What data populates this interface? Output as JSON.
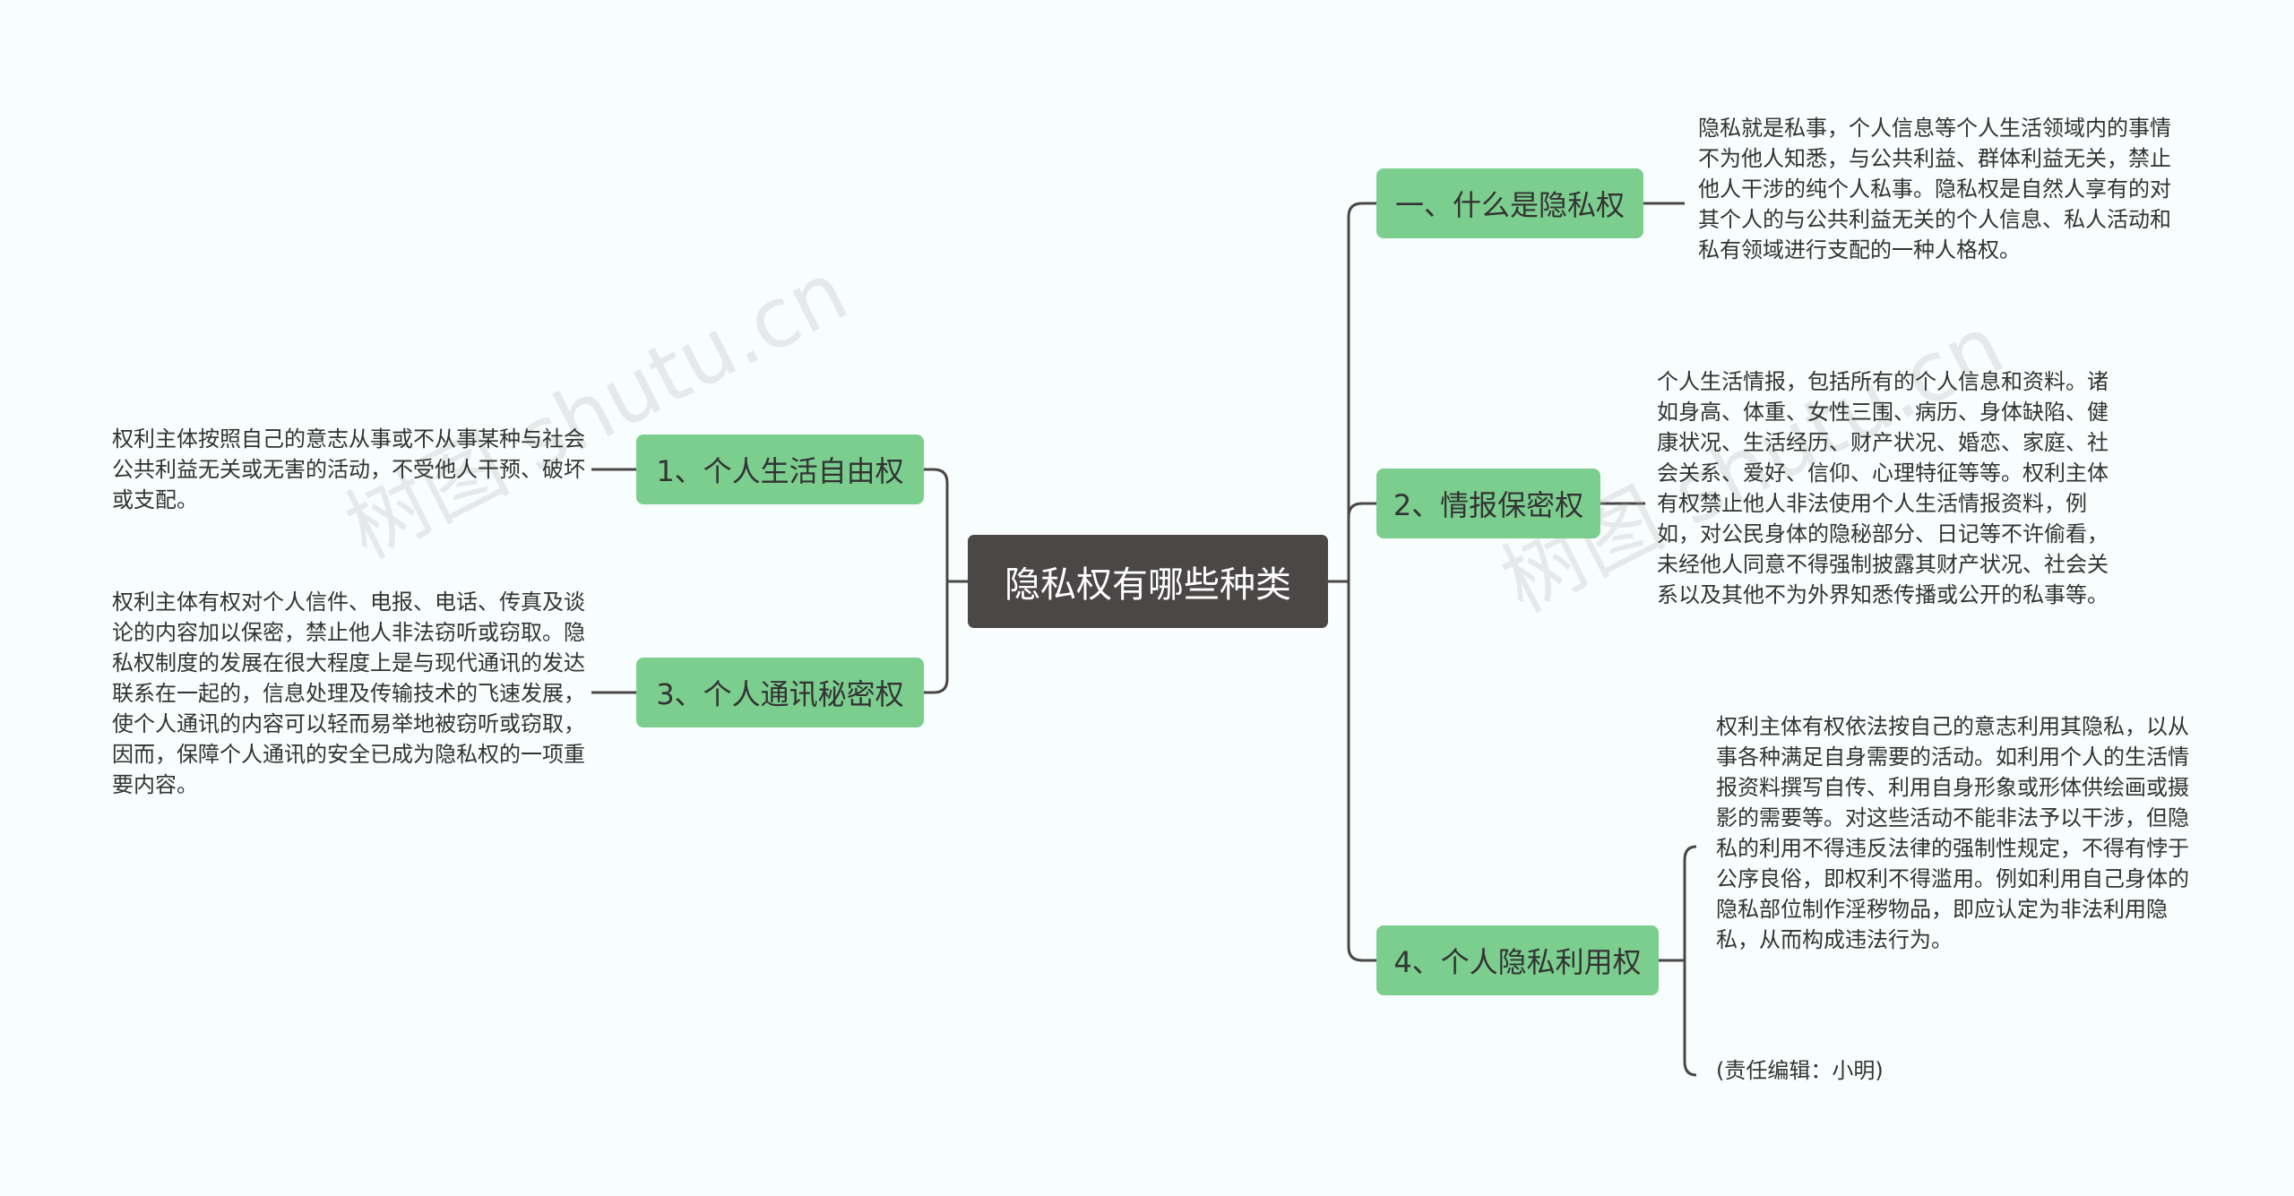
{
  "root": {
    "label": "隐私权有哪些种类"
  },
  "branches": [
    {
      "label": "一、什么是隐私权",
      "texts": [
        "隐私就是私事，个人信息等个人生活领域内的事情不为他人知悉，与公共利益、群体利益无关，禁止他人干涉的纯个人私事。隐私权是自然人享有的对其个人的与公共利益无关的个人信息、私人活动和私有领域进行支配的一种人格权。"
      ]
    },
    {
      "label": "2、情报保密权",
      "texts": [
        "个人生活情报，包括所有的个人信息和资料。诸如身高、体重、女性三围、病历、身体缺陷、健康状况、生活经历、财产状况、婚恋、家庭、社会关系、爱好、信仰、心理特征等等。权利主体有权禁止他人非法使用个人生活情报资料，例如，对公民身体的隐秘部分、日记等不许偷看，未经他人同意不得强制披露其财产状况、社会关系以及其他不为外界知悉传播或公开的私事等。"
      ]
    },
    {
      "label": "4、个人隐私利用权",
      "texts": [
        "权利主体有权依法按自己的意志利用其隐私，以从事各种满足自身需要的活动。如利用个人的生活情报资料撰写自传、利用自身形象或形体供绘画或摄影的需要等。对这些活动不能非法予以干涉，但隐私的利用不得违反法律的强制性规定，不得有悖于公序良俗，即权利不得滥用。例如利用自己身体的隐私部位制作淫秽物品，即应认定为非法利用隐私，从而构成违法行为。",
        "(责任编辑：小明)"
      ]
    },
    {
      "label": "1、个人生活自由权",
      "texts": [
        "权利主体按照自己的意志从事或不从事某种与社会公共利益无关或无害的活动，不受他人干预、破坏或支配。"
      ]
    },
    {
      "label": "3、个人通讯秘密权",
      "texts": [
        "权利主体有权对个人信件、电报、电话、传真及谈论的内容加以保密，禁止他人非法窃听或窃取。隐私权制度的发展在很大程度上是与现代通讯的发达联系在一起的，信息处理及传输技术的飞速发展，使个人通讯的内容可以轻而易举地被窃听或窃取，因而，保障个人通讯的安全已成为隐私权的一项重要内容。"
      ]
    }
  ],
  "watermarks": [
    "树图 shutu.cn",
    "树图 shutu.cn"
  ],
  "colors": {
    "root": "#4a4746",
    "branch": "#7cce8f",
    "line": "#4a4746",
    "background": "#f8fdfd"
  }
}
